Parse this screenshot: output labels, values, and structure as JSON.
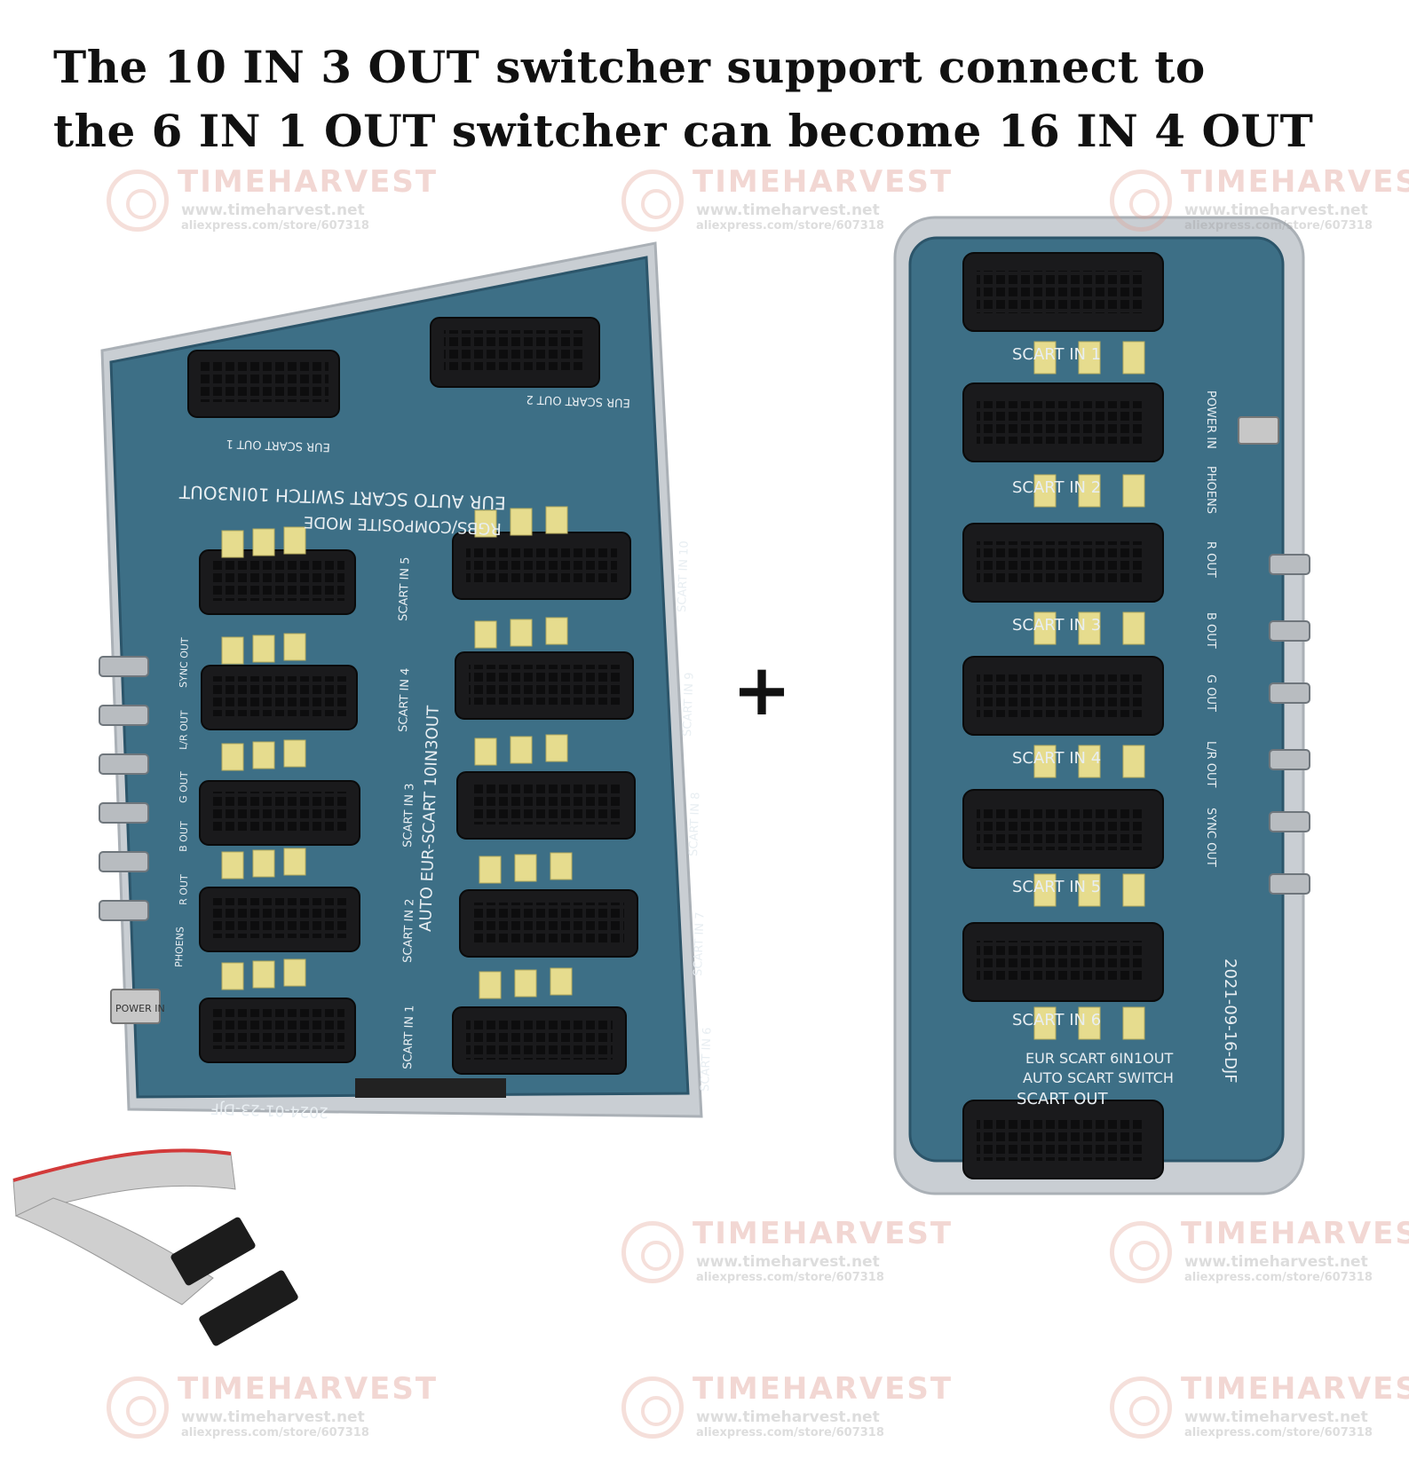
{
  "headline": {
    "line1": "The 10 IN 3 OUT switcher support connect to",
    "line2": "the 6 IN 1 OUT switcher can become 16 IN 4 OUT"
  },
  "watermark": {
    "brand": "TIMEHARVEST",
    "site": "www.timeharvest.net",
    "store": "aliexpress.com/store/607318"
  },
  "plus_sign": "+",
  "board_left": {
    "title": "EUR AUTO SCART SWITCH 10IN3OUT",
    "mode": "RGBS/COMPOSITE MODE",
    "bottom_title": "AUTO EUR-SCART 10IN3OUT",
    "date": "2024-01-23-DJF",
    "out_labels": [
      "EUR SCART OUT 1",
      "EUR SCART OUT 2"
    ],
    "in_labels": [
      "SCART IN 1",
      "SCART IN 2",
      "SCART IN 3",
      "SCART IN 4",
      "SCART IN 5",
      "SCART IN 6",
      "SCART IN 7",
      "SCART IN 8",
      "SCART IN 9",
      "SCART IN 10"
    ],
    "side_labels": [
      "SYNC OUT",
      "L/R OUT",
      "G OUT",
      "B OUT",
      "R OUT",
      "PHOENS",
      "POWER IN"
    ]
  },
  "board_right": {
    "title": "EUR SCART 6IN1OUT",
    "subtitle": "AUTO SCART SWITCH",
    "date": "2021-09-16-DJF",
    "out_label": "SCART OUT",
    "in_labels": [
      "SCART IN 1",
      "SCART IN 2",
      "SCART IN 3",
      "SCART IN 4",
      "SCART IN 5",
      "SCART IN 6"
    ],
    "side_labels": [
      "POWER IN",
      "PHOENS",
      "R OUT",
      "B OUT",
      "G OUT",
      "L/R OUT",
      "SYNC OUT"
    ]
  },
  "colors": {
    "pcb": "#3d6f86",
    "pcb_edge": "#2c556a",
    "acrylic": "#c9ced3",
    "connector": "#1a1a1c",
    "capacitor": "#e6dc8e",
    "cable_grey": "#cfcfcf",
    "cable_red": "#d23a3a"
  }
}
